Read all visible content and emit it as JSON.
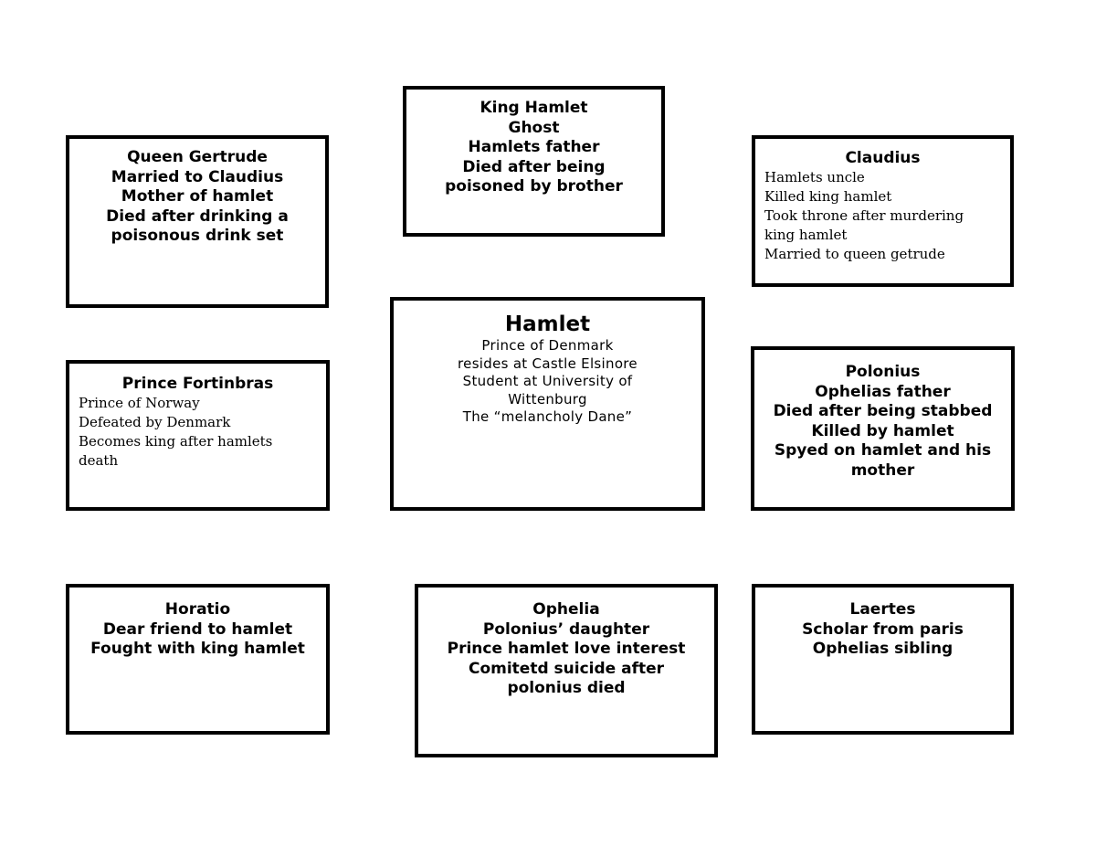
{
  "boxes": {
    "king_hamlet": [
      "King Hamlet",
      "Ghost",
      "Hamlets father",
      "Died after being",
      "poisoned by brother"
    ],
    "gertrude": [
      "Queen Gertrude",
      "Married to Claudius",
      "Mother of hamlet",
      "Died after drinking a",
      "poisonous drink set"
    ],
    "claudius": {
      "title": "Claudius",
      "lines": [
        "Hamlets uncle",
        "Killed king hamlet",
        "Took throne after murdering",
        "king hamlet",
        "Married to queen getrude"
      ]
    },
    "hamlet": {
      "title": "Hamlet",
      "lines": [
        "Prince of Denmark",
        "resides at Castle Elsinore",
        "Student at University of",
        "Wittenburg",
        "The “melancholy Dane”"
      ]
    },
    "fortinbras": {
      "title": "Prince Fortinbras",
      "lines": [
        "Prince of Norway",
        "Defeated by Denmark",
        "Becomes king after hamlets",
        "death"
      ]
    },
    "polonius": [
      "Polonius",
      "Ophelias father",
      "Died after being stabbed",
      "Killed by hamlet",
      "Spyed on hamlet and his",
      "mother"
    ],
    "horatio": [
      "Horatio",
      "Dear friend to hamlet",
      "Fought with king hamlet"
    ],
    "ophelia": [
      "Ophelia",
      "Polonius’ daughter",
      "Prince hamlet love interest",
      "Comitetd suicide after",
      "polonius died"
    ],
    "laertes": [
      "Laertes",
      "Scholar from paris",
      "Ophelias sibling"
    ]
  }
}
